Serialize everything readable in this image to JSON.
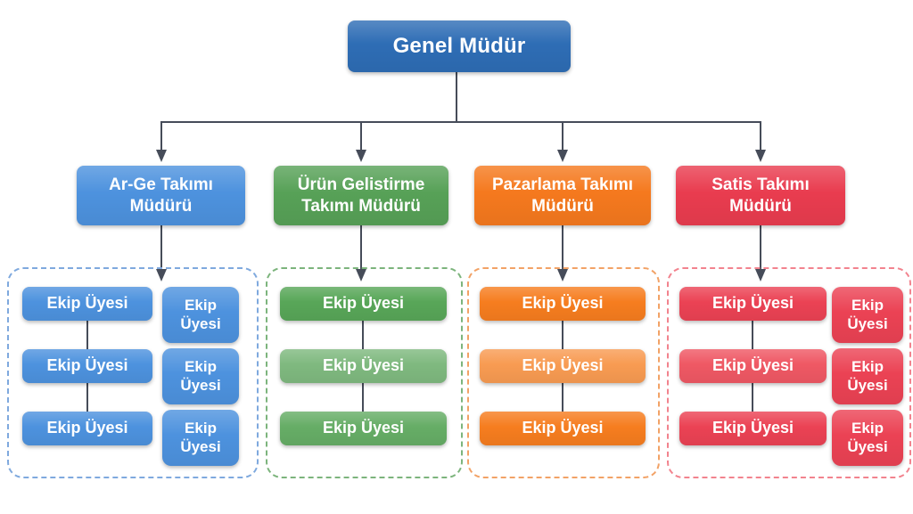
{
  "root": {
    "label": "Genel Müdür",
    "color": "#2E6DB5"
  },
  "colors": {
    "connector": "#464C59",
    "background": "#FFFFFF"
  },
  "teams": [
    {
      "name": "arge",
      "manager": "Ar-Ge Takımı Müdürü",
      "color": "#4D92DE",
      "border": "#7FA9DE",
      "members_left": [
        "Ekip Üyesi",
        "Ekip Üyesi",
        "Ekip Üyesi"
      ],
      "members_right": [
        "Ekip Üyesi",
        "Ekip Üyesi",
        "Ekip Üyesi"
      ],
      "member_left_colors": [
        "#4D92DE",
        "#4D92DE",
        "#4D92DE"
      ],
      "member_right_colors": [
        "#4D92DE",
        "#4D92DE",
        "#4D92DE"
      ]
    },
    {
      "name": "urun-gelistirme",
      "manager": "Ürün Gelistirme Takımı Müdürü",
      "color": "#57A157",
      "border": "#7CB47C",
      "members_left": [
        "Ekip Üyesi",
        "Ekip Üyesi",
        "Ekip Üyesi"
      ],
      "member_left_colors": [
        "#58A658",
        "#7FB97F",
        "#66AD66"
      ]
    },
    {
      "name": "pazarlama",
      "manager": "Pazarlama Takımı Müdürü",
      "color": "#F5791E",
      "border": "#F2A266",
      "members_left": [
        "Ekip Üyesi",
        "Ekip Üyesi",
        "Ekip Üyesi"
      ],
      "member_left_colors": [
        "#F67D1F",
        "#F89B52",
        "#F67D1F"
      ]
    },
    {
      "name": "satis",
      "manager": "Satis Takımı Müdürü",
      "color": "#E93C4F",
      "border": "#F2838E",
      "members_left": [
        "Ekip Üyesi",
        "Ekip Üyesi",
        "Ekip Üyesi"
      ],
      "members_right": [
        "Ekip Üyesi",
        "Ekip Üyesi",
        "Ekip Üyesi"
      ],
      "member_left_colors": [
        "#EB4254",
        "#EF5864",
        "#EB4254"
      ],
      "member_right_colors": [
        "#EB4254",
        "#EB4254",
        "#EB4254"
      ]
    }
  ]
}
